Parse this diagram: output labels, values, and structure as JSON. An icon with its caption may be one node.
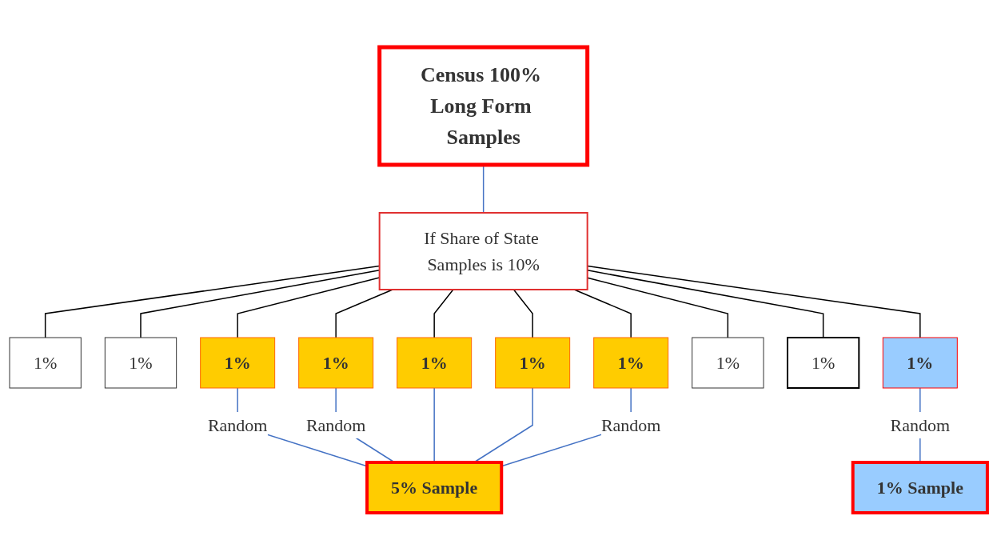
{
  "diagram": {
    "nodes": [
      {
        "text": [
          "Census 100% Long Form Samples"
        ]
      },
      {
        "text": [
          "If Share of State Samples is 10%"
        ]
      },
      {
        "text": [
          "1%"
        ]
      },
      {
        "text": [
          "1%"
        ]
      },
      {
        "text": [
          "1%"
        ]
      },
      {
        "text": [
          "1%"
        ]
      },
      {
        "text": [
          "1%"
        ]
      },
      {
        "text": [
          "1%"
        ]
      },
      {
        "text": [
          "1%"
        ]
      },
      {
        "text": [
          "1%"
        ]
      },
      {
        "text": [
          "1%"
        ]
      },
      {
        "text": [
          "1%"
        ]
      },
      {
        "text": [
          "1% Sample"
        ]
      },
      {
        "text": [
          "5% Sample"
        ]
      }
    ],
    "edges": [
      {
        "from": 0,
        "to": 1,
        "arrow": "none",
        "color": "#4472c4"
      },
      {
        "from": 1,
        "to": 2,
        "arrow": "none"
      },
      {
        "from": 1,
        "to": 3,
        "arrow": "none"
      },
      {
        "from": 1,
        "to": 4,
        "arrow": "none"
      },
      {
        "from": 1,
        "to": 5,
        "arrow": "none"
      },
      {
        "from": 1,
        "to": 6,
        "arrow": "none"
      },
      {
        "from": 1,
        "to": 7,
        "arrow": "none"
      },
      {
        "from": 1,
        "to": 8,
        "arrow": "none"
      },
      {
        "from": 1,
        "to": 9,
        "arrow": "none"
      },
      {
        "from": 1,
        "to": 10,
        "arrow": "none"
      },
      {
        "from": 1,
        "to": 11,
        "arrow": "none"
      },
      {
        "from": 8,
        "to": 12,
        "arrow": "none",
        "label": "Random",
        "color": "#4472c4"
      },
      {
        "from": 4,
        "to": 13,
        "arrow": "none",
        "label": "Random",
        "color": "#4472c4"
      },
      {
        "from": 5,
        "to": 13,
        "arrow": "none",
        "label": "Random",
        "color": "#4472c4"
      },
      {
        "from": 6,
        "to": 13,
        "arrow": "none",
        "color": "#4472c4"
      },
      {
        "from": 7,
        "to": 13,
        "arrow": "none",
        "color": "#4472c4"
      },
      {
        "from": 11,
        "to": 13,
        "arrow": "none",
        "label": "Random",
        "color": "#4472c4"
      }
    ]
  }
}
